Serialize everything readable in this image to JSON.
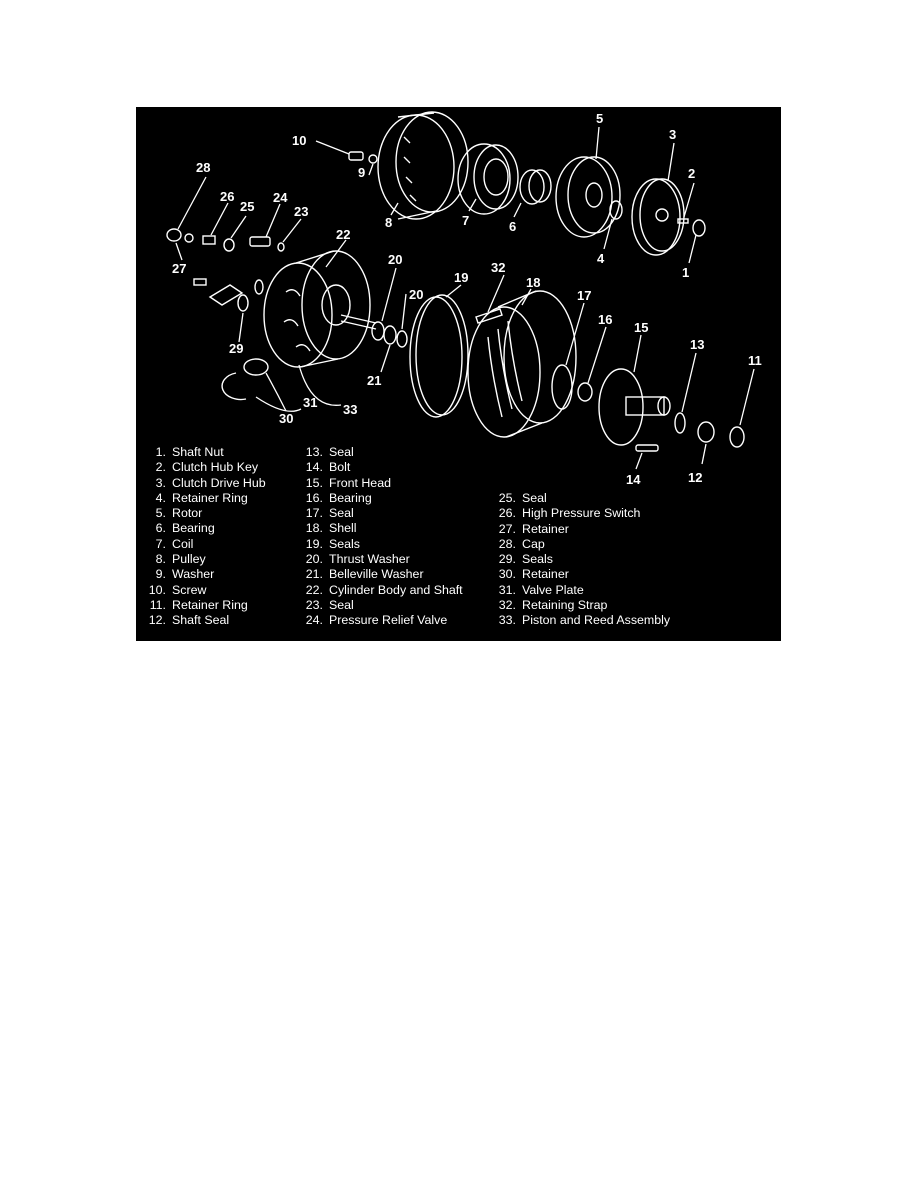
{
  "callouts": [
    "1",
    "2",
    "3",
    "4",
    "5",
    "6",
    "7",
    "8",
    "9",
    "10",
    "11",
    "12",
    "13",
    "14",
    "15",
    "16",
    "17",
    "18",
    "19",
    "20",
    "20",
    "21",
    "22",
    "23",
    "24",
    "25",
    "26",
    "27",
    "28",
    "29",
    "30",
    "31",
    "32",
    "33"
  ],
  "legend": {
    "column_1": [
      {
        "num": "1.",
        "text": "Shaft Nut"
      },
      {
        "num": "2.",
        "text": "Clutch Hub Key"
      },
      {
        "num": "3.",
        "text": "Clutch Drive Hub"
      },
      {
        "num": "4.",
        "text": "Retainer Ring"
      },
      {
        "num": "5.",
        "text": "Rotor"
      },
      {
        "num": "6.",
        "text": "Bearing"
      },
      {
        "num": "7.",
        "text": "Coil"
      },
      {
        "num": "8.",
        "text": "Pulley"
      },
      {
        "num": "9.",
        "text": "Washer"
      },
      {
        "num": "10.",
        "text": "Screw"
      },
      {
        "num": "11.",
        "text": "Retainer Ring"
      },
      {
        "num": "12.",
        "text": "Shaft Seal"
      }
    ],
    "column_2": [
      {
        "num": "13.",
        "text": "Seal"
      },
      {
        "num": "14.",
        "text": "Bolt"
      },
      {
        "num": "15.",
        "text": "Front Head"
      },
      {
        "num": "16.",
        "text": "Bearing"
      },
      {
        "num": "17.",
        "text": "Seal"
      },
      {
        "num": "18.",
        "text": "Shell"
      },
      {
        "num": "19.",
        "text": "Seals"
      },
      {
        "num": "20.",
        "text": "Thrust Washer"
      },
      {
        "num": "21.",
        "text": "Belleville Washer"
      },
      {
        "num": "22.",
        "text": "Cylinder Body and Shaft"
      },
      {
        "num": "23.",
        "text": "Seal"
      },
      {
        "num": "24.",
        "text": "Pressure Relief Valve"
      }
    ],
    "column_3": [
      {
        "num": "25.",
        "text": "Seal"
      },
      {
        "num": "26.",
        "text": "High Pressure Switch"
      },
      {
        "num": "27.",
        "text": "Retainer"
      },
      {
        "num": "28.",
        "text": "Cap"
      },
      {
        "num": "29.",
        "text": "Seals"
      },
      {
        "num": "30.",
        "text": "Retainer"
      },
      {
        "num": "31.",
        "text": "Valve Plate"
      },
      {
        "num": "32.",
        "text": "Retaining Strap"
      },
      {
        "num": "33.",
        "text": "Piston and Reed Assembly"
      }
    ]
  }
}
